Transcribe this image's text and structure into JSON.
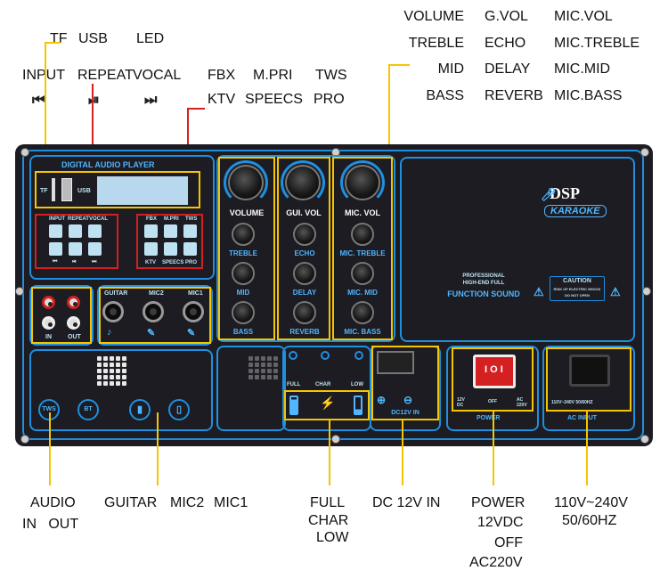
{
  "top_left_labels": {
    "tf": "TF",
    "usb": "USB",
    "led": "LED",
    "input": "INPUT",
    "repeat": "REPEAT",
    "vocal": "VOCAL",
    "fbx": "FBX",
    "mpri": "M.PRI",
    "tws": "TWS",
    "ktv": "KTV",
    "speecs": "SPEECS",
    "pro": "PRO"
  },
  "top_right_labels": {
    "col1": [
      "VOLUME",
      "TREBLE",
      "MID",
      "BASS"
    ],
    "col2": [
      "G.VOL",
      "ECHO",
      "DELAY",
      "REVERB"
    ],
    "col3": [
      "MIC.VOL",
      "MIC.TREBLE",
      "MIC.MID",
      "MIC.BASS"
    ]
  },
  "transport_icons": [
    "prev-icon",
    "play-pause-icon",
    "next-icon"
  ],
  "panel": {
    "header": "DIGITAL AUDIO PLAYER",
    "tf": "TF",
    "usb": "USB",
    "mode_row1": [
      "INPUT",
      "REPEAT",
      "VOCAL"
    ],
    "mode_row1_icons": [
      "⏮",
      "⏯",
      "⏭"
    ],
    "mode_row2": [
      "FBX",
      "M.PRI",
      "TWS"
    ],
    "mode_row2_sub": [
      "KTV",
      "SPEECS",
      "PRO"
    ],
    "knobs_big": [
      "VOLUME",
      "GUI. VOL",
      "MIC. VOL"
    ],
    "knobs_col1": [
      "TREBLE",
      "MID",
      "BASS"
    ],
    "knobs_col2": [
      "ECHO",
      "DELAY",
      "REVERB"
    ],
    "knobs_col3": [
      "MIC. TREBLE",
      "MIC. MID",
      "MIC. BASS"
    ],
    "audio": {
      "in": "IN",
      "out": "OUT"
    },
    "jacks": [
      "GUITAR",
      "MIC2",
      "MIC1"
    ],
    "indicators": [
      "FULL",
      "CHAR",
      "LOW"
    ],
    "dc_in": "DC12V IN",
    "power": {
      "label": "POWER",
      "opts": [
        "12V DC",
        "OFF",
        "AC 220V"
      ]
    },
    "ac_input": {
      "label": "AC INPUT",
      "rating": "110V~240V  50/60HZ"
    },
    "dsp": {
      "title": "DSP",
      "sub": "KARAOKE"
    },
    "professional": [
      "PROFESSIONAL",
      "HIGH-END FULL",
      "FUNCTION SOUND"
    ],
    "caution": {
      "title": "CAUTION",
      "line1": "RISK OF ELECTRIC SHOCK",
      "line2": "DO NOT OPEN"
    },
    "bottom_icons": [
      "TWS",
      "BT"
    ]
  },
  "bottom_labels": {
    "audio": "AUDIO",
    "in_out": "IN   OUT",
    "guitar": "GUITAR",
    "mic2": "MIC2",
    "mic1": "MIC1",
    "full": "FULL",
    "char": "CHAR",
    "low": "LOW",
    "dc": "DC 12V IN",
    "power": "POWER",
    "v12dc": "12VDC",
    "off": "OFF",
    "ac220v": "AC220V",
    "ac_range": "110V~240V",
    "hz": "50/60HZ"
  },
  "colors": {
    "accent": "#1f8fe0",
    "leader": "#f5c500",
    "highlight": "#d42020",
    "panel": "#1c1c22"
  }
}
